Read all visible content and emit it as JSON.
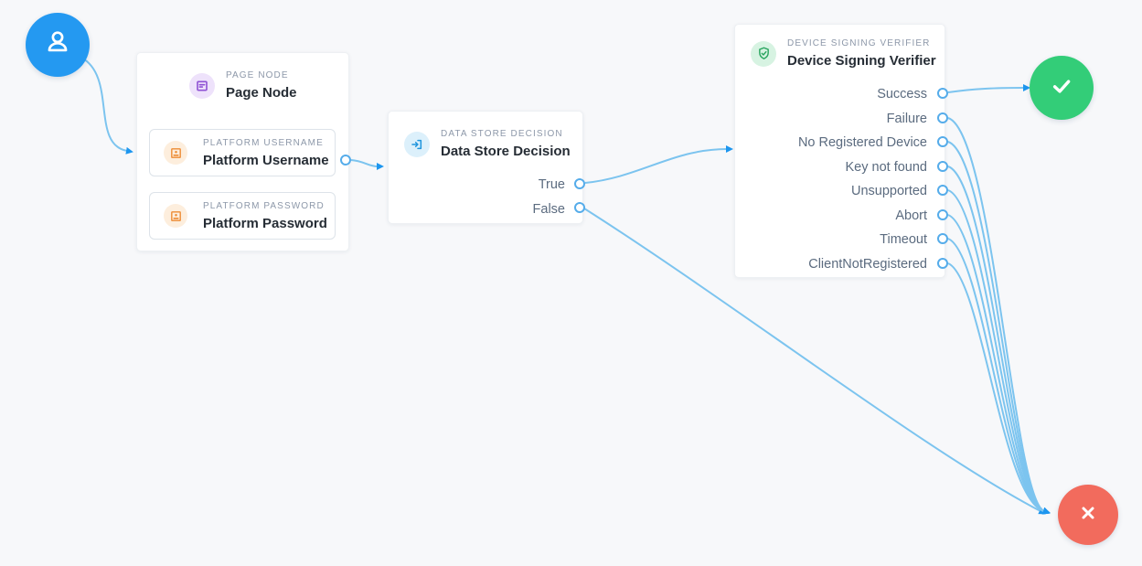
{
  "canvas": {
    "background": "#f7f8fa"
  },
  "colors": {
    "connector": "#7cc4ef",
    "arrowhead": "#1d96ef",
    "port_border": "#55acea",
    "start_node": "#2499f1",
    "success_node": "#33cd78",
    "failure_node": "#f26b5d",
    "page_icon_bg": "#eee2fb",
    "page_icon_fg": "#8f52d4",
    "contact_icon_bg": "#fdeedd",
    "contact_icon_fg": "#ed8b33",
    "datastore_icon_bg": "#dcf0fb",
    "datastore_icon_fg": "#2196dd",
    "shield_icon_bg": "#d7f3e2",
    "shield_icon_fg": "#2aa55f"
  },
  "start_node": {
    "icon": "person-icon"
  },
  "page_node": {
    "type_label": "PAGE NODE",
    "title": "Page Node",
    "children": [
      {
        "type_label": "PLATFORM USERNAME",
        "title": "Platform Username"
      },
      {
        "type_label": "PLATFORM PASSWORD",
        "title": "Platform Password"
      }
    ]
  },
  "data_store_decision": {
    "type_label": "DATA STORE DECISION",
    "title": "Data Store Decision",
    "outcomes": [
      {
        "label": "True"
      },
      {
        "label": "False"
      }
    ]
  },
  "device_signing_verifier": {
    "type_label": "DEVICE SIGNING VERIFIER",
    "title": "Device Signing Verifier",
    "outcomes": [
      {
        "label": "Success"
      },
      {
        "label": "Failure"
      },
      {
        "label": "No Registered Device"
      },
      {
        "label": "Key not found"
      },
      {
        "label": "Unsupported"
      },
      {
        "label": "Abort"
      },
      {
        "label": "Timeout"
      },
      {
        "label": "ClientNotRegistered"
      }
    ]
  },
  "success_node": {
    "icon": "check-icon"
  },
  "failure_node": {
    "icon": "x-icon"
  }
}
